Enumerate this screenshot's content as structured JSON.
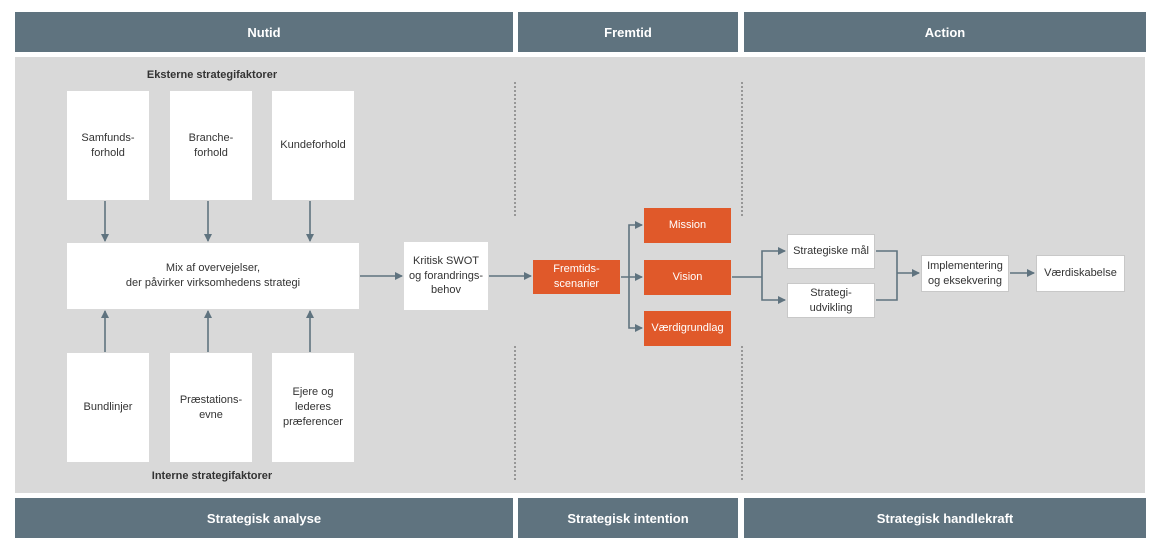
{
  "headers": {
    "top": [
      "Nutid",
      "Fremtid",
      "Action"
    ],
    "bottom": [
      "Strategisk analyse",
      "Strategisk intention",
      "Strategisk handlekraft"
    ]
  },
  "analysis": {
    "external_caption": "Eksterne strategifaktorer",
    "internal_caption": "Interne strategifaktorer",
    "external": [
      "Samfunds-\nforhold",
      "Branche-\nforhold",
      "Kundeforhold"
    ],
    "mix": "Mix af overvejelser,\nder påvirker virksomhedens strategi",
    "internal": [
      "Bundlinjer",
      "Præstations-\nevne",
      "Ejere og\nlederes\npræferencer"
    ],
    "swot": "Kritisk SWOT\nog forandrings-\nbehov"
  },
  "intention": {
    "scenarios": "Fremtids-\nscenarier",
    "outputs": [
      "Mission",
      "Vision",
      "Værdigrundlag"
    ]
  },
  "action": {
    "goals": "Strategiske mål",
    "development": "Strategi-\nudvikling",
    "implementation": "Implementering\nog eksekvering",
    "value": "Værdiskabelse"
  },
  "colors": {
    "header": "#5f737f",
    "panel": "#d9d9d9",
    "accent": "#e0592a",
    "arrow": "#5f737f"
  }
}
